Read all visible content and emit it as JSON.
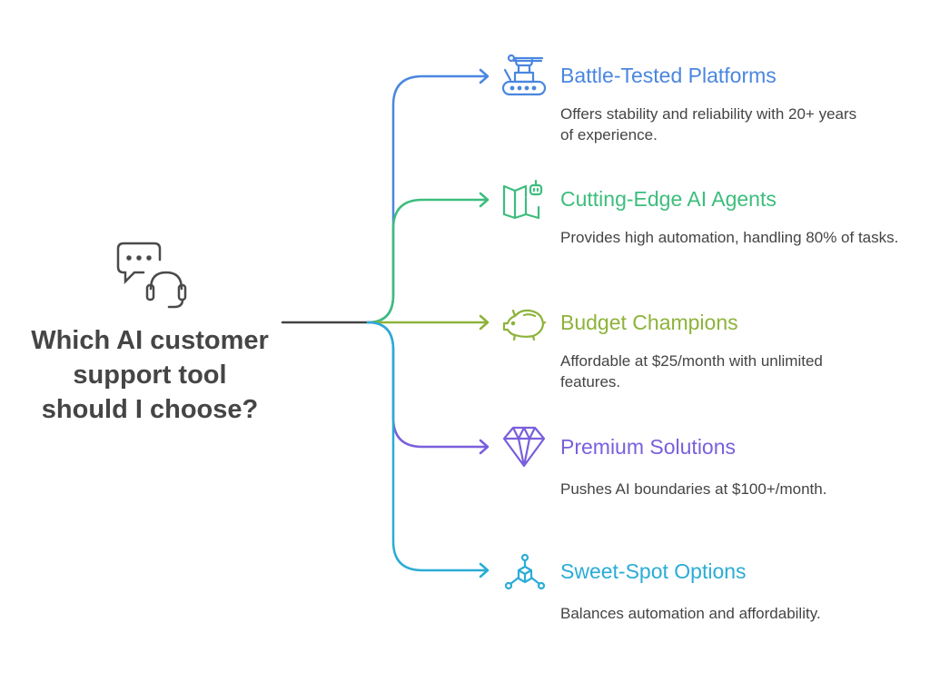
{
  "question": "Which AI customer support tool should I choose?",
  "central_icon": "chat-headset-icon",
  "branches": [
    {
      "title": "Battle-Tested Platforms",
      "description": "Offers stability and reliability with 20+ years of experience.",
      "icon": "tank-icon",
      "color": "#4a86e0"
    },
    {
      "title": "Cutting-Edge AI Agents",
      "description": "Provides high automation, handling 80% of tasks.",
      "icon": "map-robot-icon",
      "color": "#3dbd7d"
    },
    {
      "title": "Budget Champions",
      "description": "Affordable at $25/month with unlimited features.",
      "icon": "piggy-bank-icon",
      "color": "#8db33a"
    },
    {
      "title": "Premium Solutions",
      "description": "Pushes AI boundaries at $100+/month.",
      "icon": "diamond-icon",
      "color": "#7a5fdc"
    },
    {
      "title": "Sweet-Spot Options",
      "description": "Balances automation and affordability.",
      "icon": "cube-network-icon",
      "color": "#2aacd6"
    }
  ]
}
